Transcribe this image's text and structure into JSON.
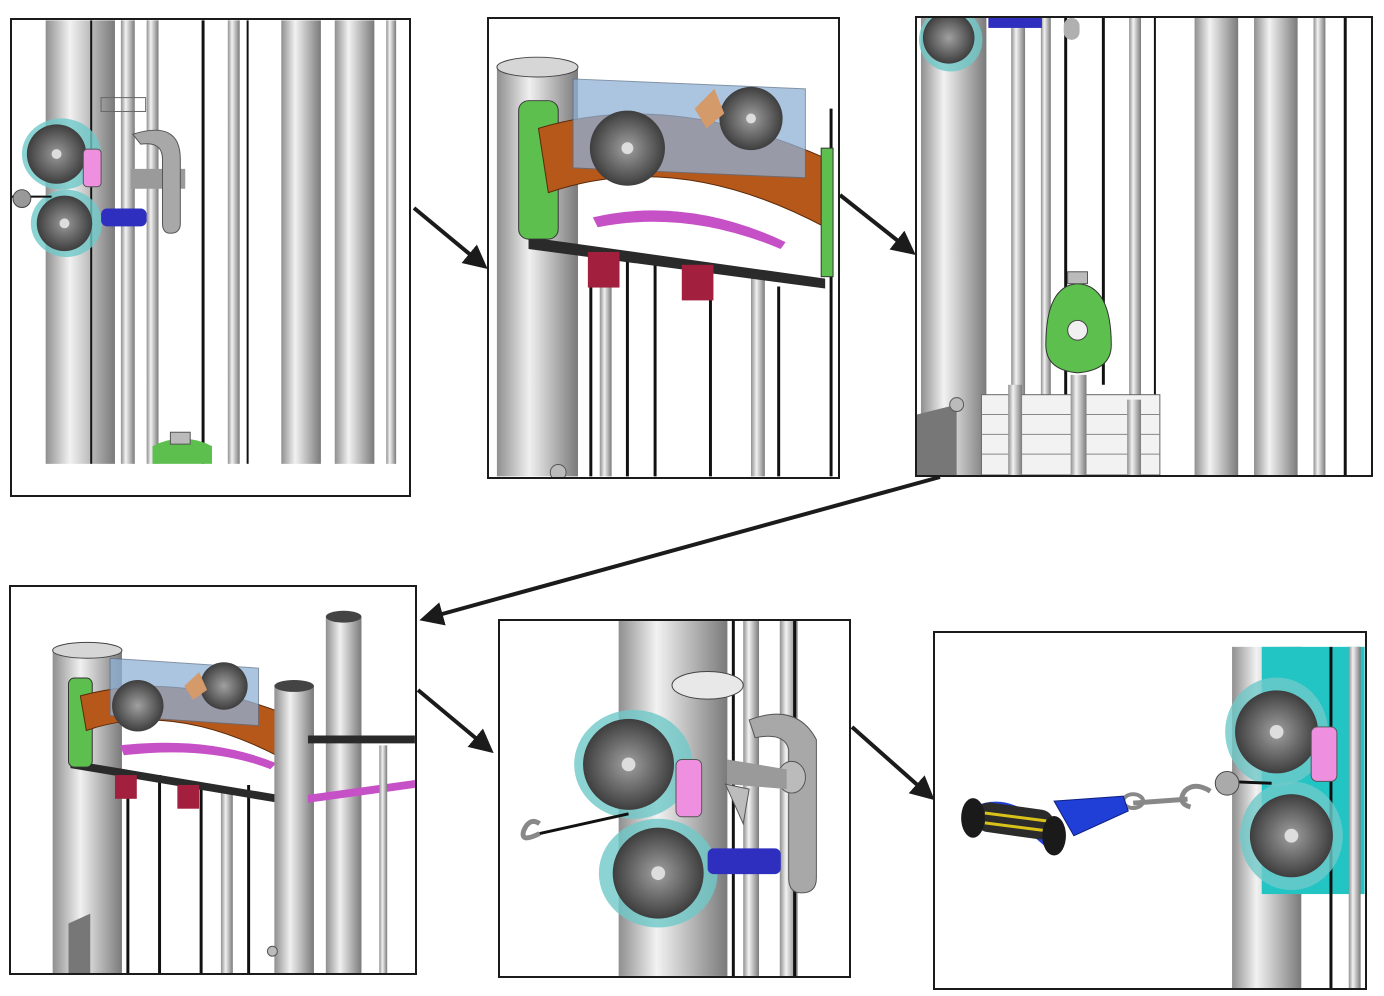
{
  "figure": {
    "description_visible_text": "",
    "panel_count": 6,
    "sequence": [
      "panel-1",
      "panel-2",
      "panel-3",
      "panel-4",
      "panel-5",
      "panel-6"
    ],
    "colors": {
      "frame_border": "#1b1b1b",
      "post_gray": "#c9c9c9",
      "pulley_dark": "#5a5a5a",
      "pulley_teal": "#6fc9c9",
      "bracket_green": "#5cbf4e",
      "weight_selector_green": "#5cbf4e",
      "bumper_orange": "#b5581a",
      "housing_blue": "#8fb1d6",
      "collar_navy": "#2f2fbf",
      "spacer_pink": "#ef8fdf",
      "plate_magenta": "#c650c6",
      "tab_crimson": "#a21f3d",
      "plate_cyan": "#22c4c4",
      "strap_blue": "#1f3fd6",
      "grip_yellow": "#d8c21a"
    }
  }
}
